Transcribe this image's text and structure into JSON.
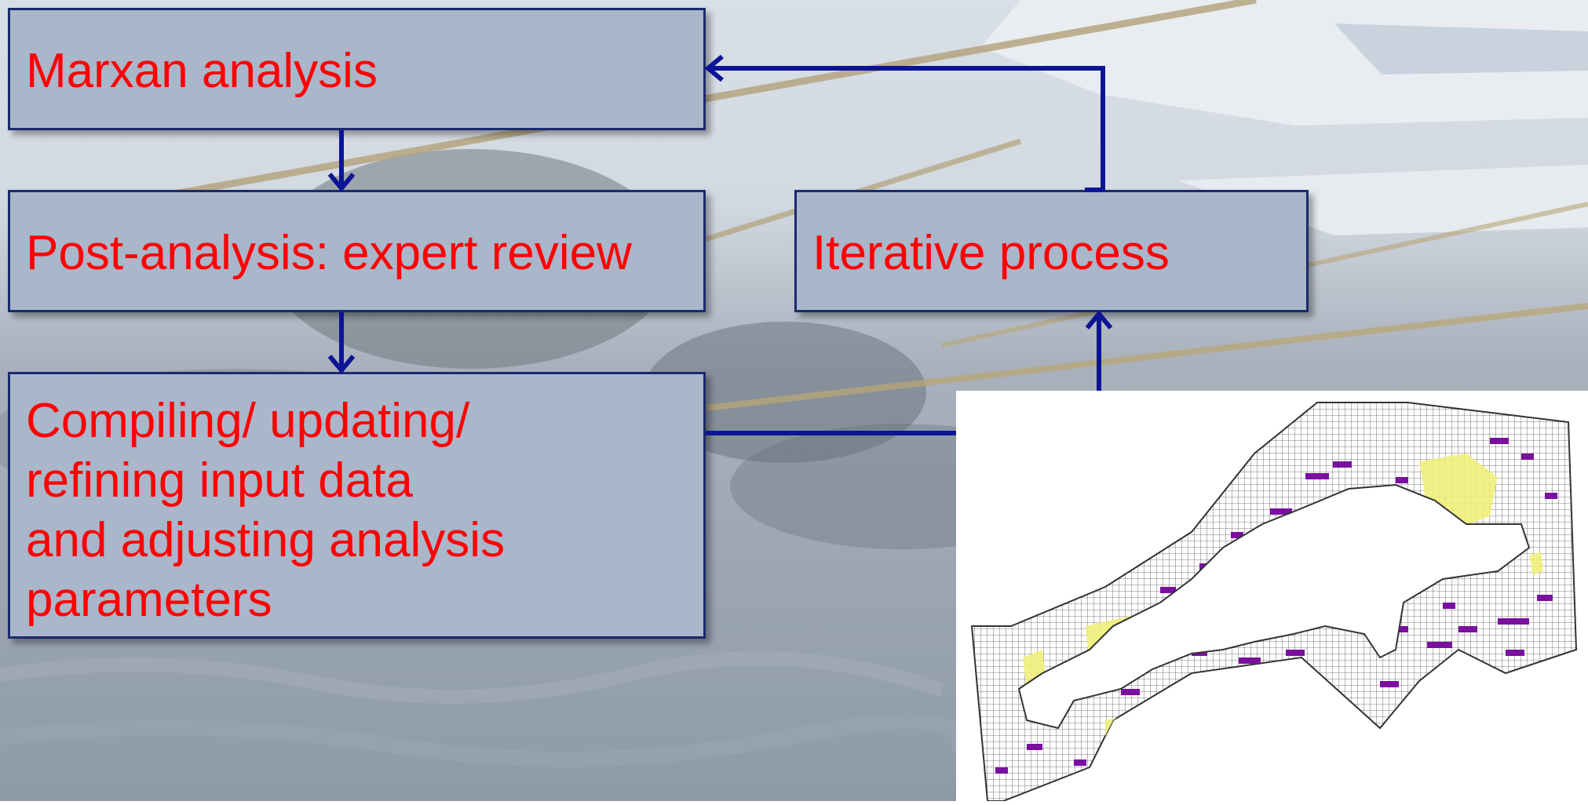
{
  "boxes": {
    "marxan": "Marxan analysis",
    "post_analysis": "Post-analysis: expert review",
    "compiling": "Compiling/ updating/\nrefining input data\nand adjusting analysis\nparameters",
    "iterative": "Iterative process"
  },
  "colors": {
    "box_fill": "#aab6ca",
    "box_border": "#1a2a6e",
    "text": "#ff0000",
    "arrow": "#0c1496",
    "map_selected": "#7a0fa0",
    "map_highlight": "#f0f07a"
  },
  "map_icon": "planning-units-map"
}
